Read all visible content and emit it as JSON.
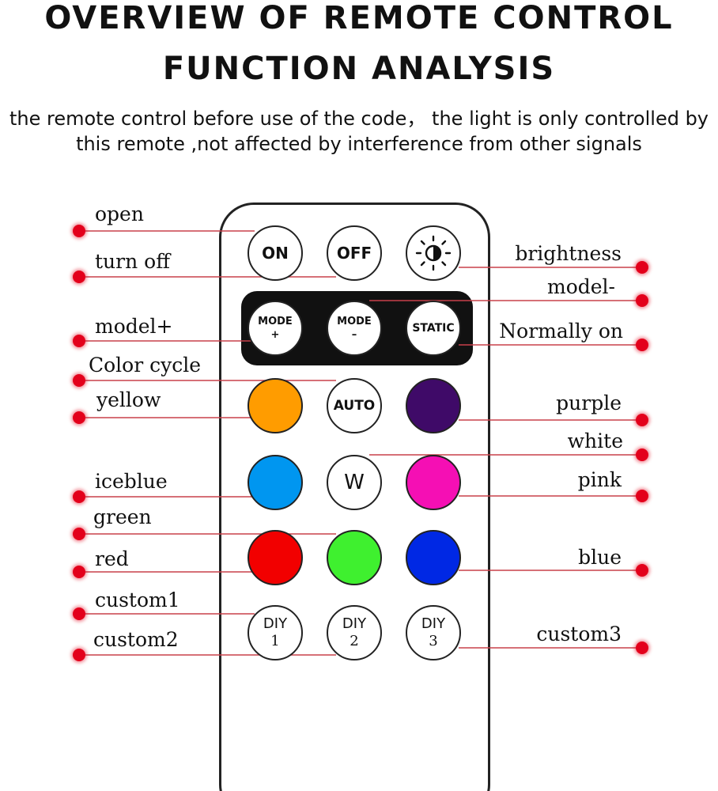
{
  "header": {
    "title_line1": "OVERVIEW OF REMOTE CONTROL",
    "title_line2": "FUNCTION ANALYSIS",
    "subtitle_line1": "the remote control before use of the code， the light is only controlled by",
    "subtitle_line2": "this remote ,not affected by interference from other signals"
  },
  "buttons": {
    "on": "ON",
    "off": "OFF",
    "brightness_icon": "brightness-icon",
    "mode_plus": {
      "line1": "MODE",
      "line2": "+"
    },
    "mode_minus": {
      "line1": "MODE",
      "line2": "–"
    },
    "static": "STATIC",
    "auto": "AUTO",
    "white": "W",
    "diy1": {
      "line1": "DIY",
      "line2": "1"
    },
    "diy2": {
      "line1": "DIY",
      "line2": "2"
    },
    "diy3": {
      "line1": "DIY",
      "line2": "3"
    }
  },
  "colors": {
    "yellow": "#ff9c00",
    "purple": "#3f0a68",
    "iceblue": "#0096f0",
    "pink": "#f50fb4",
    "red": "#f20000",
    "green": "#3ff02f",
    "blue": "#0028e4",
    "dot": "#e3001b",
    "line": "#c8414a",
    "panel": "#111111"
  },
  "labels": {
    "open": "open",
    "turn_off": "turn off",
    "model_plus": "model+",
    "color_cycle": "Color cycle",
    "yellow": "yellow",
    "iceblue": "iceblue",
    "green": "green",
    "red": "red",
    "custom1": "custom1",
    "custom2": "custom2",
    "brightness": "brightness",
    "model_minus": "model-",
    "normally_on": "Normally on",
    "purple": "purple",
    "white": "white",
    "pink": "pink",
    "blue": "blue",
    "custom3": "custom3"
  }
}
